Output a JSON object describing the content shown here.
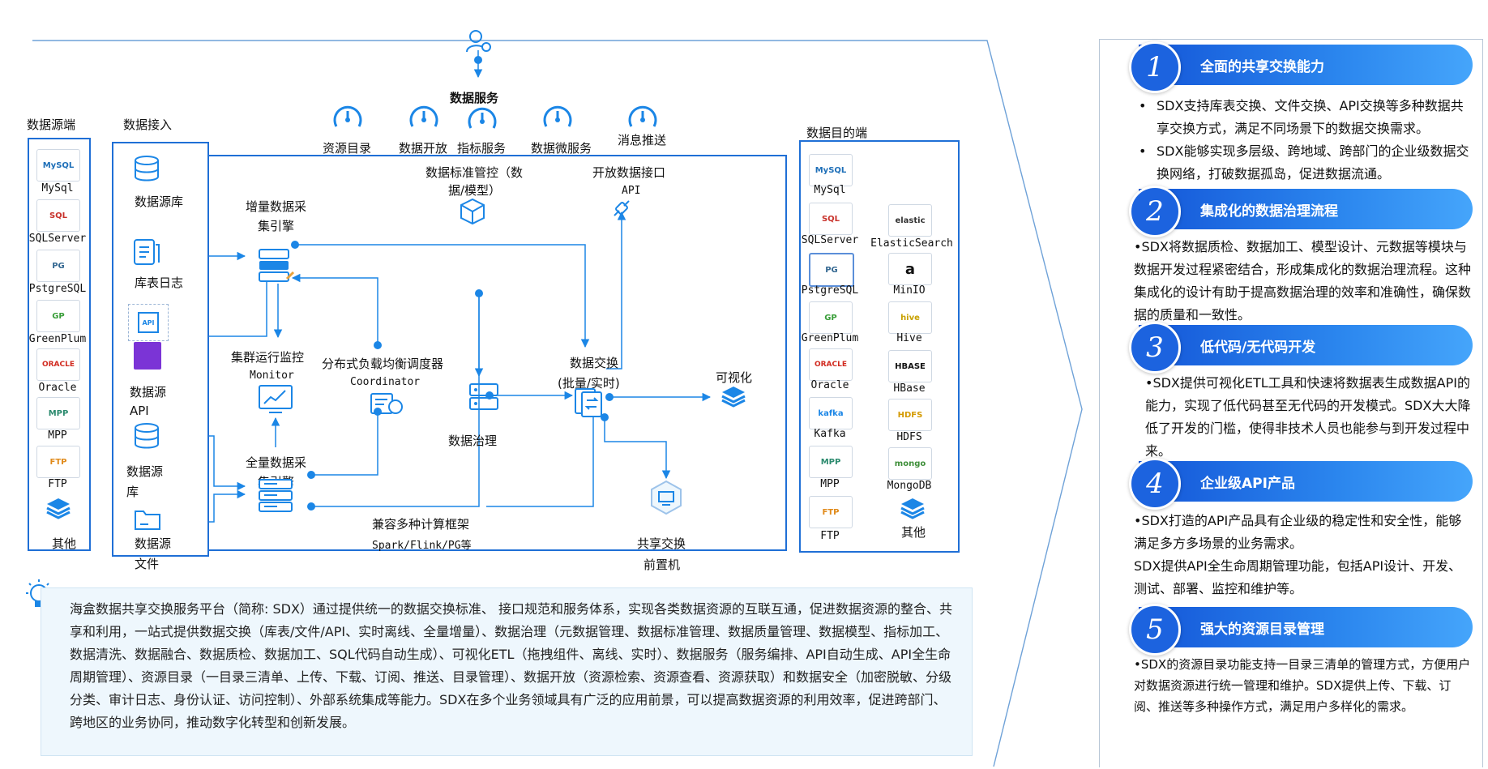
{
  "service_top": {
    "label": "数据服务"
  },
  "services": [
    {
      "label": "资源目录"
    },
    {
      "label": "数据开放"
    },
    {
      "label": "指标服务"
    },
    {
      "label": "数据微服务"
    },
    {
      "label": "消息推送"
    }
  ],
  "source_column": {
    "title": "数据源端",
    "items": [
      {
        "label": "MySql",
        "logo": "MySQL"
      },
      {
        "label": "SQLServer",
        "logo": "SQL"
      },
      {
        "label": "PstgreSQL",
        "logo": "PG"
      },
      {
        "label": "GreenPlum",
        "logo": "GP"
      },
      {
        "label": "Oracle",
        "logo": "ORACLE"
      },
      {
        "label": "MPP",
        "logo": "MPP"
      },
      {
        "label": "FTP",
        "logo": "FTP"
      },
      {
        "label": "其他",
        "logo": ""
      }
    ]
  },
  "ingest_column": {
    "title": "数据接入",
    "items": [
      {
        "label": "数据源库"
      },
      {
        "label": "库表日志"
      },
      {
        "label_line1": "数据源",
        "label_line2": "API",
        "chip_text": "API"
      },
      {
        "label_line1": "数据源",
        "label_line2": "库"
      },
      {
        "label_line1": "数据源",
        "label_line2": "文件"
      }
    ]
  },
  "core": {
    "incremental": {
      "line1": "增量数据采",
      "line2": "集引擎"
    },
    "monitor": {
      "line1": "集群运行监控",
      "line2": "Monitor"
    },
    "coordinator": {
      "line1": "分布式负载均衡调度器",
      "line2": "Coordinator"
    },
    "full": {
      "line1": "全量数据采",
      "line2": "集引擎"
    },
    "standards": {
      "line1": "数据标准管控（数",
      "line2": "据/模型）"
    },
    "governance": {
      "label": "数据治理"
    },
    "open_api": {
      "line1": "开放数据接口",
      "line2": "API"
    },
    "exchange": {
      "line1": "数据交换",
      "line2": "(批量/实时)"
    },
    "visual": {
      "label": "可视化"
    },
    "frontend": {
      "line1": "共享交换",
      "line2": "前置机"
    },
    "compute": {
      "line1": "兼容多种计算框架",
      "line2": "Spark/Flink/PG等"
    }
  },
  "dest_column": {
    "title": "数据目的端",
    "items": [
      {
        "label": "MySql",
        "logo": "MySQL"
      },
      {
        "label": "SQLServer",
        "logo": "SQL"
      },
      {
        "label": "ElasticSearch",
        "logo": "elastic"
      },
      {
        "label": "PstgreSQL",
        "logo": "PG"
      },
      {
        "label": "MinIO",
        "logo": "a"
      },
      {
        "label": "GreenPlum",
        "logo": "GP"
      },
      {
        "label": "Hive",
        "logo": "hive"
      },
      {
        "label": "Oracle",
        "logo": "ORACLE"
      },
      {
        "label": "HBase",
        "logo": "HBASE"
      },
      {
        "label": "Kafka",
        "logo": "kafka"
      },
      {
        "label": "HDFS",
        "logo": "HDFS"
      },
      {
        "label": "MPP",
        "logo": "MPP"
      },
      {
        "label": "MongoDB",
        "logo": "mongo"
      },
      {
        "label": "FTP",
        "logo": "FTP"
      },
      {
        "label": "其他",
        "logo": ""
      }
    ]
  },
  "summary": {
    "text": "海盒数据共享交换服务平台（简称: SDX）通过提供统一的数据交换标准、 接口规范和服务体系，实现各类数据资源的互联互通，促进数据资源的整合、共享和利用，一站式提供数据交换（库表/文件/API、实时离线、全量增量）、数据治理（元数据管理、数据标准管理、数据质量管理、数据模型、指标加工、数据清洗、数据融合、数据质检、数据加工、SQL代码自动生成）、可视化ETL（拖拽组件、离线、实时）、数据服务（服务编排、API自动生成、API全生命周期管理）、资源目录（一目录三清单、上传、下载、订阅、推送、目录管理）、数据开放（资源检索、资源查看、资源获取）和数据安全（加密脱敏、分级分类、审计日志、身份认证、访问控制）、外部系统集成等能力。SDX在多个业务领域具有广泛的应用前景，可以提高数据资源的利用效率，促进跨部门、跨地区的业务协同，推动数字化转型和创新发展。"
  },
  "features": [
    {
      "num": "1",
      "title": "全面的共享交换能力",
      "bullets": [
        "SDX支持库表交换、文件交换、API交换等多种数据共享交换方式，满足不同场景下的数据交换需求。",
        "SDX能够实现多层级、跨地域、跨部门的企业级数据交换网络，打破数据孤岛，促进数据流通。"
      ]
    },
    {
      "num": "2",
      "title": "集成化的数据治理流程",
      "paras": [
        "•SDX将数据质检、数据加工、模型设计、元数据等模块与数据开发过程紧密结合，形成集成化的数据治理流程。这种集成化的设计有助于提高数据治理的效率和准确性，确保数据的质量和一致性。"
      ]
    },
    {
      "num": "3",
      "title": "低代码/无代码开发",
      "paras": [
        "•SDX提供可视化ETL工具和快速将数据表生成数据API的能力，实现了低代码甚至无代码的开发模式。SDX大大降低了开发的门槛，使得非技术人员也能参与到开发过程中来。"
      ]
    },
    {
      "num": "4",
      "title": "企业级API产品",
      "paras": [
        "•SDX打造的API产品具有企业级的稳定性和安全性，能够满足多方多场景的业务需求。",
        "SDX提供API全生命周期管理功能，包括API设计、开发、测试、部署、监控和维护等。"
      ]
    },
    {
      "num": "5",
      "title": "强大的资源目录管理",
      "paras": [
        "•SDX的资源目录功能支持一目录三清单的管理方式，方便用户对数据资源进行统一管理和维护。SDX提供上传、下载、订阅、推送等多种操作方式，满足用户多样化的需求。"
      ]
    }
  ],
  "colors": {
    "accent": "#1f6fd6",
    "line": "#1b86e6",
    "light": "#eef7fd"
  }
}
